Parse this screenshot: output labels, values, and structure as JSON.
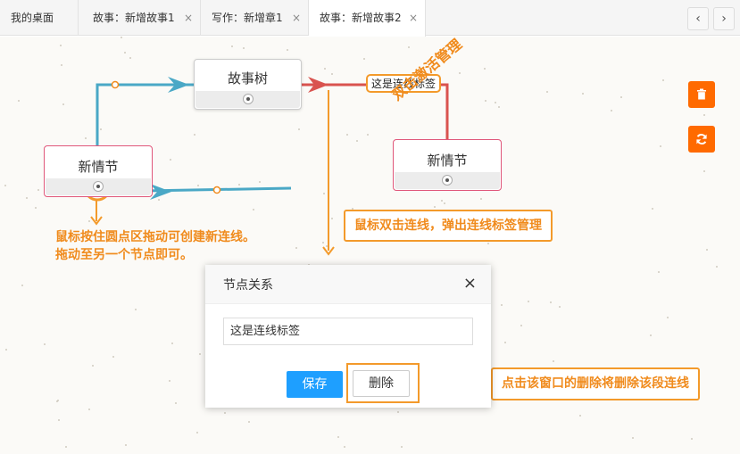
{
  "tabs": [
    {
      "label": "我的桌面",
      "closable": false
    },
    {
      "label": "故事：新增故事1",
      "closable": true
    },
    {
      "label": "写作：新增章1",
      "closable": true
    },
    {
      "label": "故事：新增故事2",
      "closable": true,
      "active": true
    }
  ],
  "tab_close_glyph": "×",
  "nav": {
    "prev": "‹",
    "next": "›"
  },
  "nodes": {
    "story_tree": "故事树",
    "plot_left": "新情节",
    "plot_right": "新情节"
  },
  "link_label": "这是连线标签",
  "annotations": {
    "dblclick_label": "双击激活管理",
    "drag_hint_line1": "鼠标按住圆点区拖动可创建新连线。",
    "drag_hint_line2": "拖动至另一个节点即可。",
    "dblclick_line_hint": "鼠标双击连线，弹出连线标签管理",
    "delete_hint": "点击该窗口的删除将删除该段连线"
  },
  "side_buttons": [
    {
      "icon": "trash-icon",
      "glyph": "🗑"
    },
    {
      "icon": "refresh-icon",
      "glyph": "↻"
    }
  ],
  "dialog": {
    "title": "节点关系",
    "close": "×",
    "input_value": "这是连线标签",
    "save": "保存",
    "delete": "删除"
  },
  "colors": {
    "accent_orange": "#f39a2b",
    "link_blue": "#4aa8c6",
    "link_red": "#d9534f",
    "node_border": "#e0577a",
    "primary_blue": "#1e9fff",
    "side_button": "#ff6a00"
  }
}
